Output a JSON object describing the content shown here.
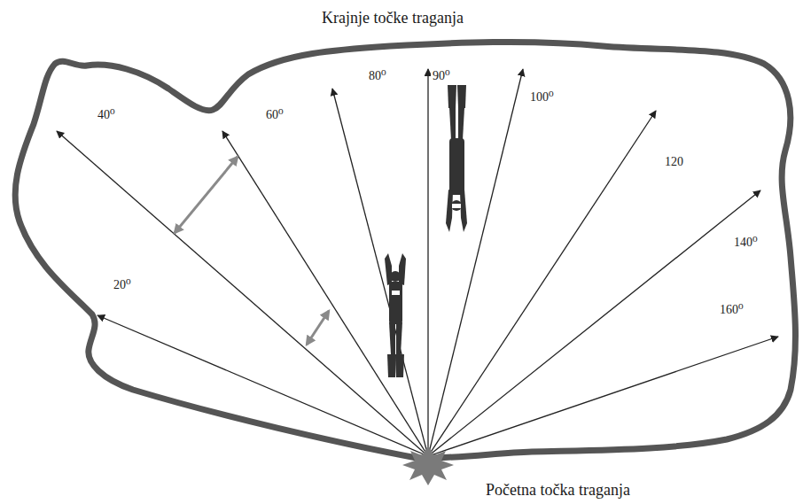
{
  "diagram": {
    "labels": [
      "Krajnje točke traganja",
      "40⁰",
      "60⁰",
      "80⁰",
      "90⁰",
      "100⁰",
      "120",
      "20⁰",
      "140⁰",
      "160⁰",
      "Početna točka traganja"
    ]
  }
}
